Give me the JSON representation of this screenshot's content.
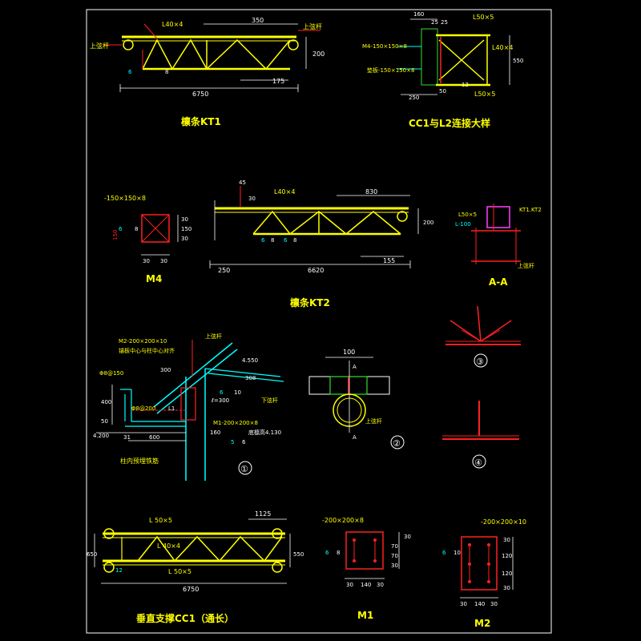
{
  "labels": {
    "kt1_title": "檩条KT1",
    "kt1_l40": "L40×4",
    "kt1_350": "350",
    "kt1_top_chord": "上弦杆",
    "kt1_top_chord_left": "上弦杆",
    "kt1_phi8": "6",
    "kt1_phi8b": "8",
    "kt1_200": "200",
    "kt1_175": "175",
    "kt1_6750": "6750",
    "cc1_title": "CC1与L2连接大样",
    "cc1_160": "160",
    "cc1_25a": "25",
    "cc1_25b": "25",
    "cc1_l50": "L50×5",
    "cc1_m4": "M4-150×150×8",
    "cc1_l40": "L40×4",
    "cc1_550": "550",
    "cc1_plate": "垫板-150×150×8",
    "cc1_250": "250",
    "cc1_50": "50",
    "cc1_12": "12",
    "cc1_l50b": "L50×5",
    "m4_spec": "-150×150×8",
    "m4_d": "6",
    "m4_8": "8",
    "m4_30a": "30",
    "m4_30b": "30",
    "m4_30c": "30",
    "m4_30d": "30",
    "m4_150": "150",
    "m4_side": "150",
    "m4_title": "M4",
    "kt2_title": "檩条KT2",
    "kt2_45": "45",
    "kt2_30": "30",
    "kt2_l40": "L40×4",
    "kt2_830": "830",
    "kt2_200": "200",
    "kt2_6b": "6",
    "kt2_8b": "8",
    "kt2_6c": "6",
    "kt2_8c": "8",
    "kt2_250": "250",
    "kt2_6620": "6620",
    "kt2_155": "155",
    "aa_l50": "L50×5",
    "aa_l100": "L-100",
    "aa_kt": "KT1.KT2",
    "aa_top": "上弦杆",
    "aa_title": "A-A",
    "d1_m2": "M2-200×200×10",
    "d1_align": "锚板中心与柱中心对齐",
    "d1_top": "上弦杆",
    "d1_rebar": "Φ8@150",
    "d1_300": "300",
    "d1_4550": "4.550",
    "d1_6": "6",
    "d1_10": "10",
    "d1_l300": "ℓ=300",
    "d1_bottom": "下弦杆",
    "d1_400": "400",
    "d1_rebar2": "Φ8@200",
    "d1_l1": "L1",
    "d1_50": "50",
    "d1_m1": "M1-200×200×8",
    "d1_160": "160",
    "d1_elev": "底檩高4.130",
    "d1_4200": "4.200",
    "d1_31": "31",
    "d1_600": "600",
    "d1_5": "5",
    "d1_6b": "6",
    "d1_pipe": "柱内预埋铁筋",
    "d1_circle": "①",
    "d1_308": "308",
    "d2_100": "100",
    "d2_a_top": "A",
    "d2_a_bot": "A",
    "d2_top": "上弦杆",
    "d2_circle": "②",
    "d3_circle": "③",
    "d4_circle": "④",
    "cc1v_title": "垂直支撑CC1（通长）",
    "cc1v_l50": "L 50×5",
    "cc1v_1125": "1125",
    "cc1v_l40": "L 40×4",
    "cc1v_l50b": "L 50×5",
    "cc1v_650a": "650",
    "cc1v_650b": "550",
    "cc1v_12": "12",
    "cc1v_6750": "6750",
    "m1_spec": "-200×200×8",
    "m1_6": "6",
    "m1_8": "8",
    "m1_30a": "30",
    "m1_70a": "70",
    "m1_70b": "70",
    "m1_30b": "30",
    "m1_30c": "30",
    "m1_140": "140",
    "m1_30d": "30",
    "m1_title": "M1",
    "m2_spec": "-200×200×10",
    "m2_6": "6",
    "m2_10": "10",
    "m2_30a": "30",
    "m2_120a": "120",
    "m2_120b": "120",
    "m2_30b": "30",
    "m2_30c": "30",
    "m2_140": "140",
    "m2_30d": "30",
    "m2_title": "M2"
  },
  "colors": {
    "background": "#000000",
    "frame": "#ffffff",
    "member": "#ffff00",
    "dimension": "#ffffff",
    "weld": "#ff2020",
    "bolt": "#00ffff",
    "plate": "#30e030"
  }
}
